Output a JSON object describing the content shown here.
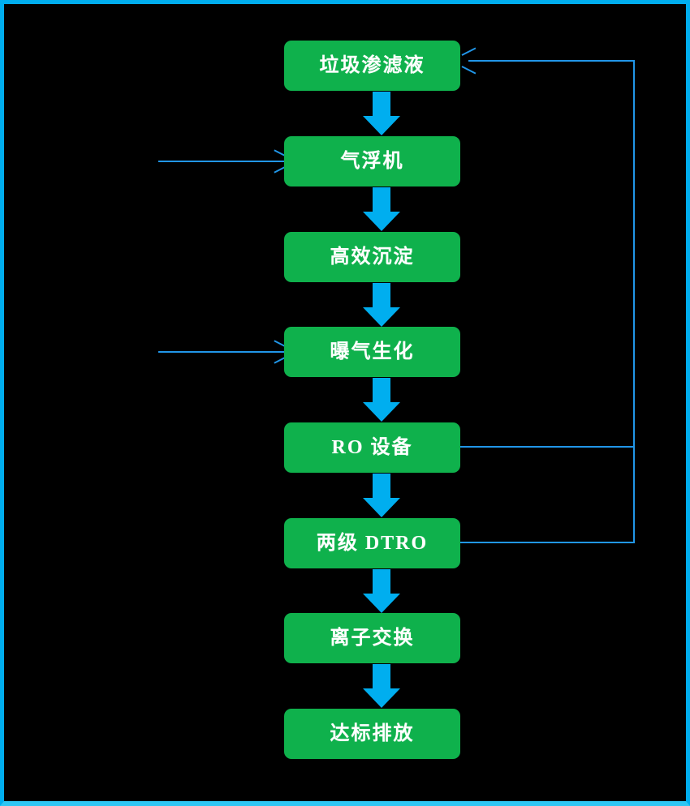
{
  "diagram": {
    "type": "flowchart",
    "orientation": "top-to-bottom",
    "colors": {
      "background": "#000000",
      "node_fill": "#0FB14C",
      "node_text": "#FFFFFF",
      "flow_arrow": "#00AEEF",
      "pipe_line": "#2196E8",
      "frame_border": "#00AEEF"
    },
    "nodes": [
      {
        "id": "leachate",
        "label": "垃圾渗滤液"
      },
      {
        "id": "flotation",
        "label": "气浮机"
      },
      {
        "id": "settling",
        "label": "高效沉淀"
      },
      {
        "id": "aeration",
        "label": "曝气生化"
      },
      {
        "id": "ro",
        "label": "RO  设备"
      },
      {
        "id": "dtro",
        "label": "两级  DTRO"
      },
      {
        "id": "ionexchange",
        "label": "离子交换"
      },
      {
        "id": "discharge",
        "label": "达标排放"
      }
    ],
    "flow_arrows": [
      {
        "from": "leachate",
        "to": "flotation"
      },
      {
        "from": "flotation",
        "to": "settling"
      },
      {
        "from": "settling",
        "to": "aeration"
      },
      {
        "from": "aeration",
        "to": "ro"
      },
      {
        "from": "ro",
        "to": "dtro"
      },
      {
        "from": "dtro",
        "to": "ionexchange"
      },
      {
        "from": "ionexchange",
        "to": "discharge"
      }
    ],
    "input_arrows": [
      {
        "id": "input-flotation",
        "to": "flotation"
      },
      {
        "id": "input-aeration",
        "to": "aeration"
      }
    ],
    "return_lines": [
      {
        "id": "return-ro",
        "from": "ro",
        "to": "leachate"
      },
      {
        "id": "return-dtro",
        "from": "dtro",
        "to": "leachate"
      }
    ]
  }
}
